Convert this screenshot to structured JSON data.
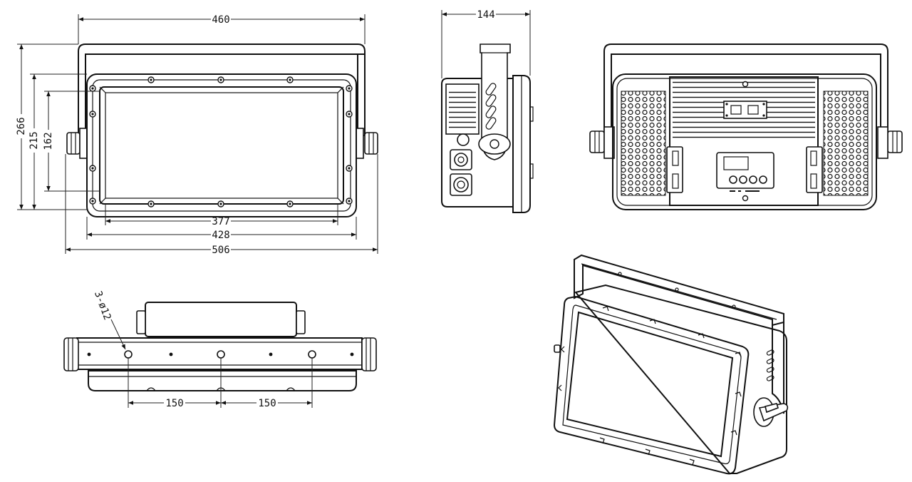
{
  "front_view": {
    "dim_total_width": "460",
    "dim_total_height": "266",
    "dim_housing_height": "215",
    "dim_window_height": "162",
    "dim_window_width": "377",
    "dim_housing_width": "428",
    "dim_overall_width": "506"
  },
  "side_view": {
    "dim_depth": "144"
  },
  "top_view": {
    "hole_label": "3-ø12",
    "dim_spacing_left": "150",
    "dim_spacing_right": "150"
  },
  "colors": {
    "line": "#111111",
    "background": "#ffffff"
  }
}
